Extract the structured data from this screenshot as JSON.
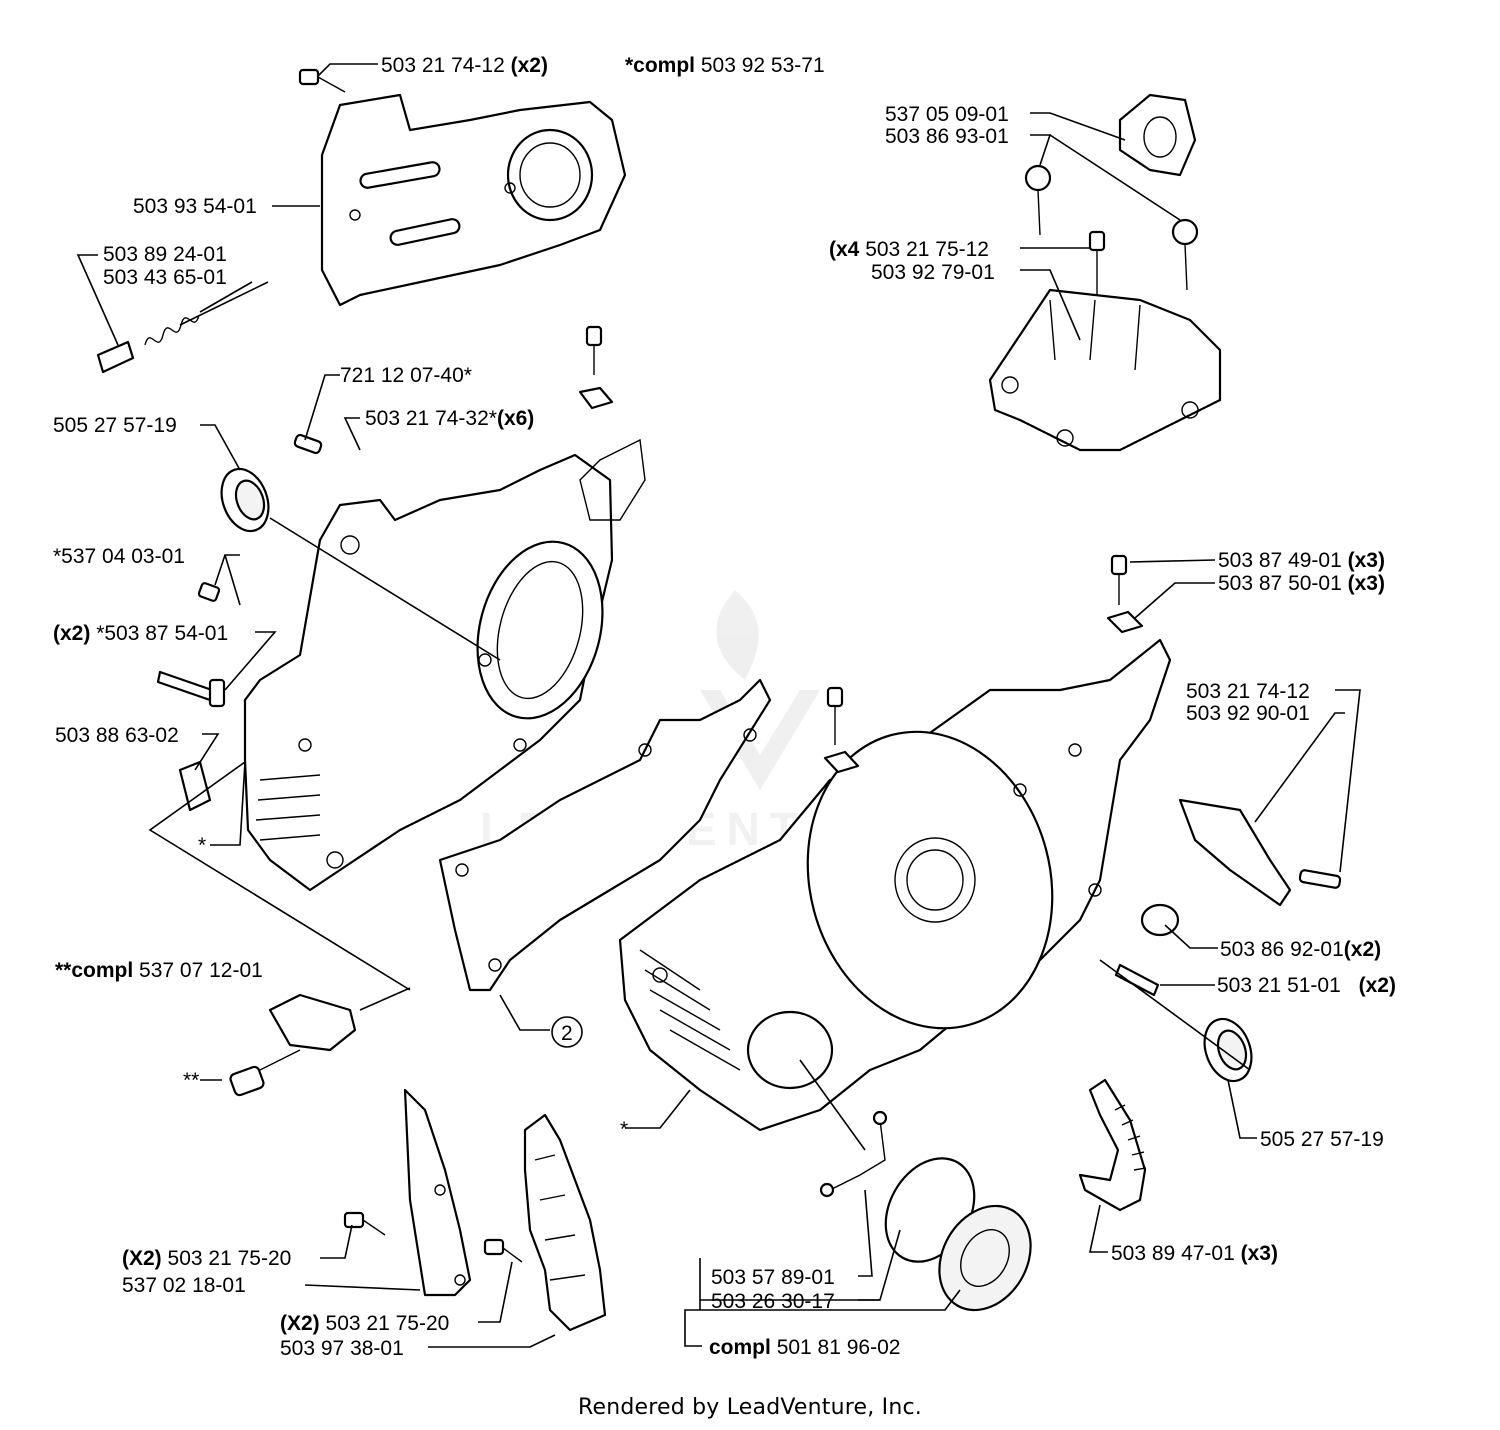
{
  "labels": {
    "l01": "503 21 74-12",
    "l01b": "(x2)",
    "l02a": "*compl",
    "l02b": "503 92 53-71",
    "l03": "537 05 09-01",
    "l04": "503 86 93-01",
    "l05a": "(x4",
    "l05b": "503 21 75-12",
    "l06": "503 92 79-01",
    "l07": "503 93 54-01",
    "l08": "503 89 24-01",
    "l09": "503 43 65-01",
    "l10": "721 12 07-40*",
    "l11a": "503 21 74-32*",
    "l11b": "(x6)",
    "l12": "505 27 57-19",
    "l13": "*537 04 03-01",
    "l14a": "(x2)",
    "l14b": "*503 87 54-01",
    "l15": "503 88 63-02",
    "l16": "*",
    "l17a": "503 87 49-01",
    "l17b": "(x3)",
    "l18a": "503 87 50-01",
    "l18b": "(x3)",
    "l19": "503 21 74-12",
    "l20": "503 92 90-01",
    "l21a": "503 86 92-01",
    "l21b": "(x2)",
    "l22a": "503 21 51-01",
    "l22b": "(x2)",
    "l23": "505 27 57-19",
    "l24a": "**compl",
    "l24b": "537 07 12-01",
    "l25": "**",
    "l26": "2",
    "l27": "*",
    "l28a": "(X2)",
    "l28b": "503 21 75-20",
    "l29": "537 02 18-01",
    "l30a": "(X2)",
    "l30b": "503 21 75-20",
    "l31": "503 97 38-01",
    "l32": "503 57 89-01",
    "l33": "503 26 30-17",
    "l34a": "compl",
    "l34b": "501 81 96-02",
    "l35a": "503 89 47-01",
    "l35b": "(x3)"
  },
  "watermark": "LEADVENTURE",
  "footer": "Rendered by LeadVenture, Inc."
}
